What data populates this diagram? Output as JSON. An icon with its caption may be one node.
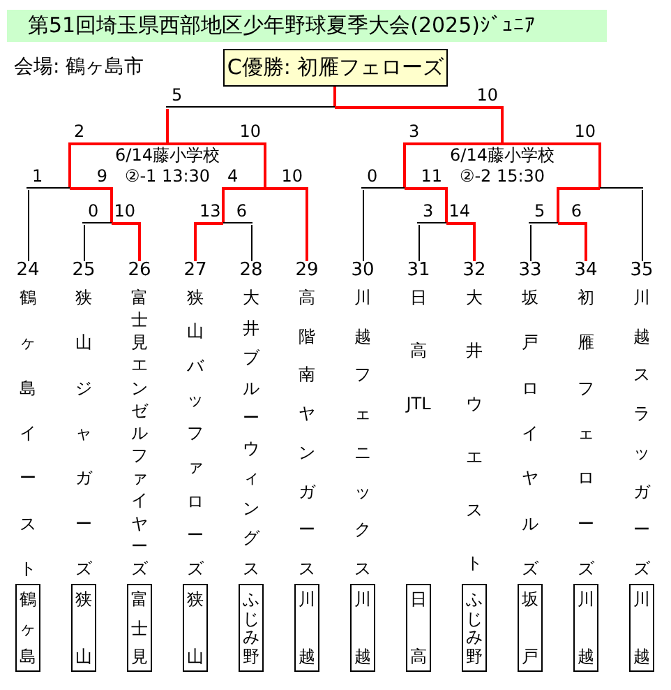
{
  "diagram": {
    "title": "第51回埼玉県西部地区少年野球夏季大会(2025)ｼﾞｭﾆｱ",
    "nodes": [
      {
        "text": [
          "C優勝: 初雁フェローズ"
        ]
      },
      {
        "text": [],
        "shape": "bar"
      },
      {
        "text": [],
        "shape": "bar",
        "beside": [
          "6/14藤小学校",
          "②-1 13:30"
        ]
      },
      {
        "text": [],
        "shape": "bar",
        "beside": [
          "6/14藤小学校",
          "②-2 15:30"
        ]
      },
      {
        "text": [],
        "shape": "bar"
      },
      {
        "text": [],
        "shape": "bar"
      },
      {
        "text": [],
        "shape": "bar"
      },
      {
        "text": [],
        "shape": "bar"
      },
      {
        "text": [],
        "shape": "bar"
      },
      {
        "text": [],
        "shape": "bar"
      },
      {
        "text": [],
        "shape": "bar"
      },
      {
        "text": [],
        "shape": "bar"
      },
      {
        "text": [
          "24",
          "鶴ヶ島イースト"
        ]
      },
      {
        "text": [
          "25",
          "狭山ジャガーズ"
        ]
      },
      {
        "text": [
          "26",
          "富士見エンゼルファイヤーズ"
        ]
      },
      {
        "text": [
          "27",
          "狭山バッファローズ"
        ]
      },
      {
        "text": [
          "28",
          "大井ブルーウィングス"
        ]
      },
      {
        "text": [
          "29",
          "高階南ヤンガース"
        ]
      },
      {
        "text": [
          "30",
          "川越フェニックス"
        ]
      },
      {
        "text": [
          "31",
          "日高JTL"
        ]
      },
      {
        "text": [
          "32",
          "大井ウエスト"
        ]
      },
      {
        "text": [
          "33",
          "坂戸ロイヤルズ"
        ]
      },
      {
        "text": [
          "34",
          "初雁フェローズ"
        ]
      },
      {
        "text": [
          "35",
          "川越スラッガーズ"
        ]
      },
      {
        "text": [
          "鶴ヶ島"
        ]
      },
      {
        "text": [
          "狭山"
        ]
      },
      {
        "text": [
          "富士見"
        ]
      },
      {
        "text": [
          "狭山"
        ]
      },
      {
        "text": [
          "ふじみ野"
        ]
      },
      {
        "text": [
          "川越"
        ]
      },
      {
        "text": [
          "川越"
        ]
      },
      {
        "text": [
          "日高"
        ]
      },
      {
        "text": [
          "ふじみ野"
        ]
      },
      {
        "text": [
          "坂戸"
        ]
      },
      {
        "text": [
          "川越"
        ]
      },
      {
        "text": [
          "川越"
        ]
      }
    ],
    "edges": [
      {
        "from": 1,
        "to": 0,
        "arrow": "none"
      },
      {
        "from": 2,
        "to": 1,
        "arrow": "none",
        "label": "5"
      },
      {
        "from": 3,
        "to": 1,
        "arrow": "none",
        "label": "10"
      },
      {
        "from": 4,
        "to": 2,
        "arrow": "none",
        "label": "2"
      },
      {
        "from": 5,
        "to": 2,
        "arrow": "none",
        "label": "10"
      },
      {
        "from": 6,
        "to": 3,
        "arrow": "none",
        "label": "3"
      },
      {
        "from": 7,
        "to": 3,
        "arrow": "none",
        "label": "10"
      },
      {
        "from": 12,
        "to": 4,
        "arrow": "none",
        "label": "1",
        "color": "#000000"
      },
      {
        "from": 8,
        "to": 4,
        "arrow": "none",
        "label": "9"
      },
      {
        "from": 9,
        "to": 5,
        "arrow": "none",
        "label": "4"
      },
      {
        "from": 17,
        "to": 5,
        "arrow": "none",
        "label": "10"
      },
      {
        "from": 18,
        "to": 6,
        "arrow": "none",
        "label": "0",
        "color": "#000000"
      },
      {
        "from": 10,
        "to": 6,
        "arrow": "none",
        "label": "11"
      },
      {
        "from": 11,
        "to": 7,
        "arrow": "none"
      },
      {
        "from": 23,
        "to": 7,
        "arrow": "none",
        "color": "#000000"
      },
      {
        "from": 13,
        "to": 8,
        "arrow": "none",
        "label": "0",
        "color": "#000000"
      },
      {
        "from": 14,
        "to": 8,
        "arrow": "none",
        "label": "10"
      },
      {
        "from": 15,
        "to": 9,
        "arrow": "none",
        "label": "13"
      },
      {
        "from": 16,
        "to": 9,
        "arrow": "none",
        "label": "6",
        "color": "#000000"
      },
      {
        "from": 19,
        "to": 10,
        "arrow": "none",
        "label": "3",
        "color": "#000000"
      },
      {
        "from": 20,
        "to": 10,
        "arrow": "none",
        "label": "14"
      },
      {
        "from": 21,
        "to": 11,
        "arrow": "none",
        "label": "5",
        "color": "#000000"
      },
      {
        "from": 22,
        "to": 11,
        "arrow": "none",
        "label": "6"
      }
    ],
    "labels": [
      "会場: 鶴ヶ島市"
    ]
  }
}
